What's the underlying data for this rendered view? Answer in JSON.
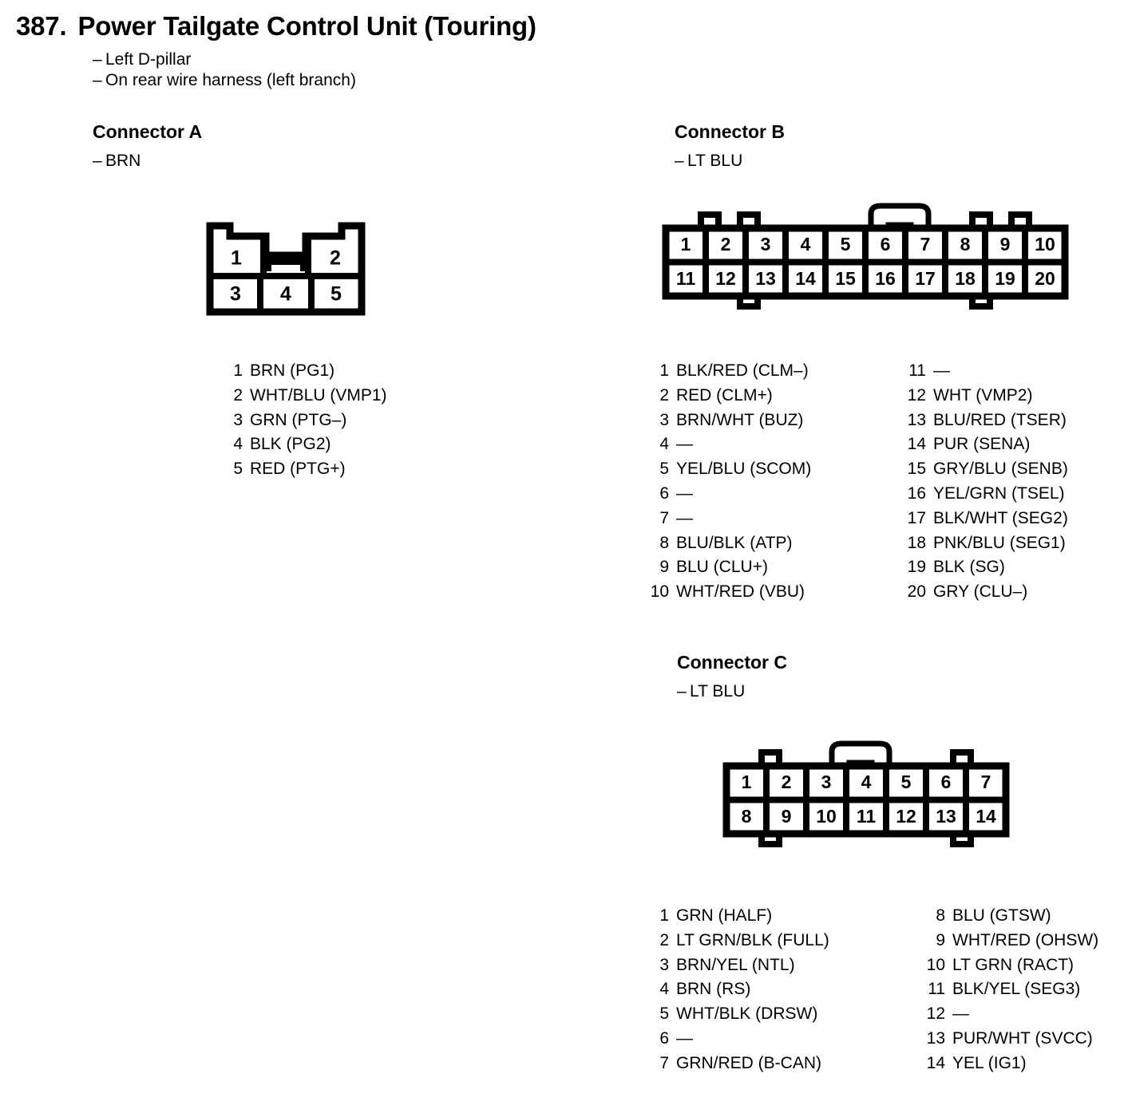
{
  "document": {
    "section_number": "387.",
    "title": "Power Tailgate Control Unit (Touring)",
    "notes": [
      "Left D-pillar",
      "On rear wire harness (left branch)"
    ],
    "dash": "–",
    "empty_pin": "—"
  },
  "connectors": [
    {
      "id": "a",
      "heading": "Connector A",
      "color": "BRN",
      "shape": "5-pin-two-row",
      "pin_count": 5,
      "cells_top": [
        "1",
        "2"
      ],
      "cells_bottom": [
        "3",
        "4",
        "5"
      ],
      "pins": [
        {
          "no": "1",
          "desc": "BRN (PG1)"
        },
        {
          "no": "2",
          "desc": "WHT/BLU (VMP1)"
        },
        {
          "no": "3",
          "desc": "GRN (PTG–)"
        },
        {
          "no": "4",
          "desc": "BLK (PG2)"
        },
        {
          "no": "5",
          "desc": "RED (PTG+)"
        }
      ]
    },
    {
      "id": "b",
      "heading": "Connector B",
      "color": "LT BLU",
      "shape": "20-pin-two-row",
      "pin_count": 20,
      "cells_top": [
        "1",
        "2",
        "3",
        "4",
        "5",
        "6",
        "7",
        "8",
        "9",
        "10"
      ],
      "cells_bottom": [
        "11",
        "12",
        "13",
        "14",
        "15",
        "16",
        "17",
        "18",
        "19",
        "20"
      ],
      "pins_left": [
        {
          "no": "1",
          "desc": "BLK/RED (CLM–)"
        },
        {
          "no": "2",
          "desc": "RED (CLM+)"
        },
        {
          "no": "3",
          "desc": "BRN/WHT (BUZ)"
        },
        {
          "no": "4",
          "desc": "—"
        },
        {
          "no": "5",
          "desc": "YEL/BLU (SCOM)"
        },
        {
          "no": "6",
          "desc": "—"
        },
        {
          "no": "7",
          "desc": "—"
        },
        {
          "no": "8",
          "desc": "BLU/BLK (ATP)"
        },
        {
          "no": "9",
          "desc": "BLU (CLU+)"
        },
        {
          "no": "10",
          "desc": "WHT/RED (VBU)"
        }
      ],
      "pins_right": [
        {
          "no": "11",
          "desc": "—"
        },
        {
          "no": "12",
          "desc": "WHT (VMP2)"
        },
        {
          "no": "13",
          "desc": "BLU/RED (TSER)"
        },
        {
          "no": "14",
          "desc": "PUR (SENA)"
        },
        {
          "no": "15",
          "desc": "GRY/BLU (SENB)"
        },
        {
          "no": "16",
          "desc": "YEL/GRN (TSEL)"
        },
        {
          "no": "17",
          "desc": "BLK/WHT (SEG2)"
        },
        {
          "no": "18",
          "desc": "PNK/BLU (SEG1)"
        },
        {
          "no": "19",
          "desc": "BLK (SG)"
        },
        {
          "no": "20",
          "desc": "GRY (CLU–)"
        }
      ]
    },
    {
      "id": "c",
      "heading": "Connector C",
      "color": "LT BLU",
      "shape": "14-pin-two-row",
      "pin_count": 14,
      "cells_top": [
        "1",
        "2",
        "3",
        "4",
        "5",
        "6",
        "7"
      ],
      "cells_bottom": [
        "8",
        "9",
        "10",
        "11",
        "12",
        "13",
        "14"
      ],
      "pins_left": [
        {
          "no": "1",
          "desc": "GRN (HALF)"
        },
        {
          "no": "2",
          "desc": "LT GRN/BLK (FULL)"
        },
        {
          "no": "3",
          "desc": "BRN/YEL (NTL)"
        },
        {
          "no": "4",
          "desc": "BRN (RS)"
        },
        {
          "no": "5",
          "desc": "WHT/BLK (DRSW)"
        },
        {
          "no": "6",
          "desc": "—"
        },
        {
          "no": "7",
          "desc": "GRN/RED (B-CAN)"
        }
      ],
      "pins_right": [
        {
          "no": "8",
          "desc": "BLU (GTSW)"
        },
        {
          "no": "9",
          "desc": "WHT/RED (OHSW)"
        },
        {
          "no": "10",
          "desc": "LT GRN (RACT)"
        },
        {
          "no": "11",
          "desc": "BLK/YEL (SEG3)"
        },
        {
          "no": "12",
          "desc": "—"
        },
        {
          "no": "13",
          "desc": "PUR/WHT (SVCC)"
        },
        {
          "no": "14",
          "desc": "YEL (IG1)"
        }
      ]
    }
  ],
  "colors": {
    "ink": "#000000",
    "paper": "#ffffff"
  }
}
